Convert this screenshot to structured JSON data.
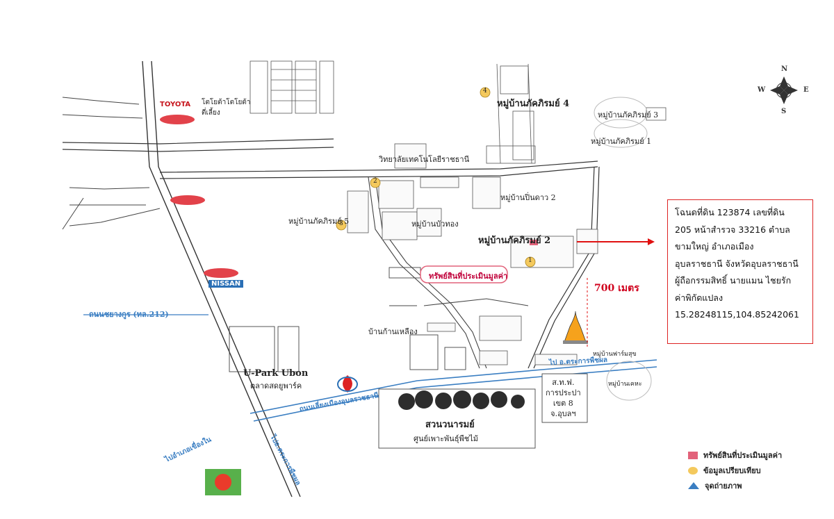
{
  "info_box": {
    "lines": [
      "โฉนดที่ดิน 123874 เลขที่ดิน",
      "205 หน้าสำรวจ 33216 ตำบล",
      "ขามใหญ่ อำเภอเมือง",
      "อุบลราชธานี จังหวัดอุบลราชธานี",
      "ผู้ถือกรรมสิทธิ์ นายแมน ไชยรัก",
      "ค่าพิกัดแปลง",
      "15.28248115,104.85242061"
    ]
  },
  "compass": {
    "n": "N",
    "s": "S",
    "e": "E",
    "w": "W"
  },
  "brands": {
    "toyota": "TOYOTA",
    "nissan": "NISSAN"
  },
  "places": {
    "village4": "หมู่บ้านภัคภิรมย์ 4",
    "village5": "หมู่บ้านภัคภิรมย์ 5",
    "village2": "หมู่บ้านภัคภิรมย์ 2",
    "village_plan2": "หมู่บ้านปิ่นดาว 2",
    "village_buathong": "หมู่บ้านบัวทอง",
    "village_a": "หมู่บ้านภัคภิรมย์ 3",
    "village_b": "หมู่บ้านภัคภิรมย์ 1",
    "college": "วิทยาลัยเทคโนโลยีราชธานี",
    "subject_property": "ทรัพย์สินที่ประเมินมูลค่า",
    "distance": "700 เมตร",
    "bannfai": "บ้านก้านเหลือง",
    "upark": "U-Park Ubon",
    "upark_sub": "ตลาดสดยูพาร์ค",
    "park_name": "สวนวนารมย์",
    "park_sub": "ศูนย์เพาะพันธุ์พืชไม้",
    "egat": "ส.ท.ฟ.\nการประปา\nเขต 8\nจ.อุบลฯ",
    "toyota_dealer": "โตโยต้าโตโยต้า\nตี่เลี้ยง",
    "road_212": "ถนนชยางกูร (ทล.212)",
    "road_bottom_left": "ไปอำเภอเขื่องใน",
    "road_bottom_mid": "ไปอ.ตระการพืชผล",
    "road_main": "ถนนเลี่ยงเมืองอุบลราชธานี",
    "road_right": "ไป อ.ตระการพืชผล",
    "village_drive": "หมู่บ้านฟาร์มสุข",
    "small_right": "หมู่บ้านเคหะ"
  },
  "legend": {
    "property": "ทรัพย์สินที่ประเมินมูลค่า",
    "comparable": "ข้อมูลเปรียบเทียบ",
    "photo_point": "จุดถ่ายภาพ",
    "property_color": "#e2627a",
    "comparable_color": "#f4c95d",
    "photo_color": "#3a7ec2"
  },
  "markers": {
    "m1": "1",
    "m2": "2",
    "m3": "3",
    "m4": "4"
  }
}
